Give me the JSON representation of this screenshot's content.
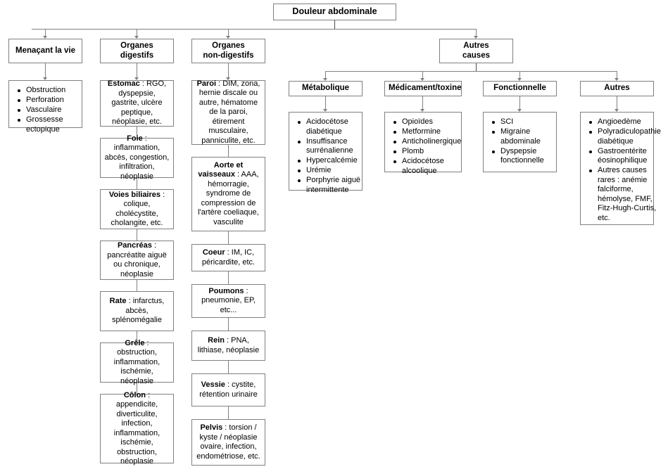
{
  "diagram": {
    "title": "Douleur abdominale",
    "language": "fr",
    "root": {
      "label": "Douleur abdominale"
    },
    "branches": {
      "menacant": {
        "header": "Menaçant la vie",
        "items": [
          "Obstruction",
          "Perforation",
          "Vasculaire",
          "Grossesse ectopique"
        ]
      },
      "digestifs": {
        "header_line1": "Organes",
        "header_line2": "digestifs",
        "nodes": [
          {
            "term": "Estomac",
            "sep": " : ",
            "detail": "RGO, dyspepsie, gastrite, ulcère peptique, néoplasie, etc."
          },
          {
            "term": "Foie",
            "sep": " : ",
            "detail": "inflammation, abcès, congestion, infiltration, néoplasie"
          },
          {
            "term": "Voies biliaires",
            "sep": " : ",
            "detail": "colique, cholécystite, cholangite, etc."
          },
          {
            "term": "Pancréas",
            "sep": " : ",
            "detail": "pancréatite aiguë ou chronique, néoplasie"
          },
          {
            "term": "Rate",
            "sep": " : ",
            "detail": "infarctus, abcès, splénomégalie"
          },
          {
            "term": "Grêle",
            "sep": " : ",
            "detail": "obstruction, inflammation, ischémie, néoplasie"
          },
          {
            "term": "Côlon",
            "sep": " : ",
            "detail": "appendicite, diverticulite, infection, inflammation, ischémie, obstruction, néoplasie"
          }
        ]
      },
      "non_digestifs": {
        "header_line1": "Organes",
        "header_line2": "non-digestifs",
        "nodes": [
          {
            "term": "Paroi",
            "sep": " : ",
            "detail": "DIM, zona, hernie discale ou autre, hématome de la paroi, étirement musculaire, panniculite, etc."
          },
          {
            "term": "Aorte et vaisseaux",
            "sep": " : ",
            "detail": "AAA, hémorragie, syndrome de compression de l'artère coeliaque, vasculite"
          },
          {
            "term": "Coeur",
            "sep": " : ",
            "detail": "IM, IC, péricardite, etc."
          },
          {
            "term": "Poumons",
            "sep": " : ",
            "detail": "pneumonie, EP, etc..."
          },
          {
            "term": "Rein",
            "sep": " : ",
            "detail": "PNA, lithiase, néoplasie"
          },
          {
            "term": "Vessie",
            "sep": " : ",
            "detail": "cystite, rétention urinaire"
          },
          {
            "term": "Pelvis",
            "sep": " : ",
            "detail": "torsion / kyste / néoplasie ovaire, infection, endométriose, etc."
          }
        ]
      },
      "autres_causes": {
        "header_line1": "Autres",
        "header_line2": "causes",
        "subbranches": [
          {
            "header": "Métabolique",
            "items": [
              "Acidocétose diabétique",
              "Insuffisance surrénalienne",
              "Hypercalcémie",
              "Urémie",
              "Porphyrie aiguë intermittente"
            ]
          },
          {
            "header": "Médicament/toxine",
            "items": [
              "Opioïdes",
              "Metformine",
              "Anticholinergique",
              "Plomb",
              "Acidocétose alcoolique"
            ]
          },
          {
            "header": "Fonctionnelle",
            "items": [
              "SCI",
              "Migraine abdominale",
              "Dyspepsie fonctionnelle"
            ]
          },
          {
            "header": "Autres",
            "items": [
              "Angioedème",
              "Polyradiculopathie diabétique",
              "Gastroentérite éosinophilique",
              "Autres causes rares : anémie falciforme, hémolyse, FMF, Fitz-Hugh-Curtis, etc."
            ]
          }
        ]
      }
    },
    "colors": {
      "border": "#808080",
      "connector": "#808080",
      "connector_dark": "#4d4d4d",
      "text": "#000000",
      "background": "#ffffff"
    }
  }
}
